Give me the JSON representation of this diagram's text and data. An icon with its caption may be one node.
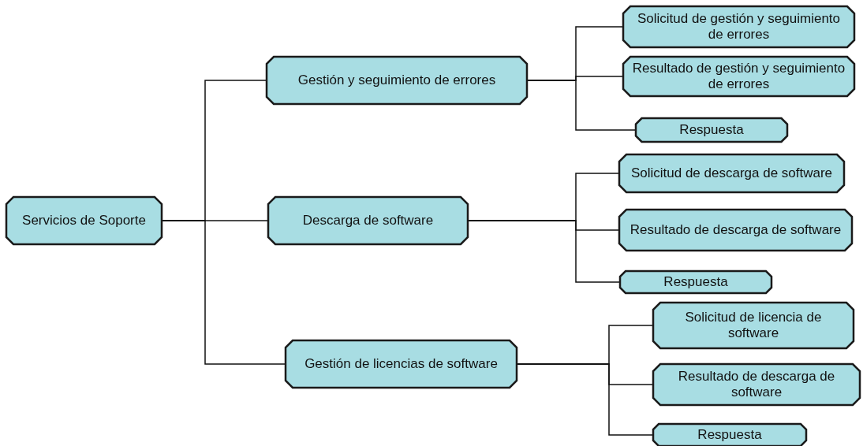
{
  "diagram": {
    "nodes": [
      {
        "text": [
          "Servicios de Soporte"
        ]
      },
      {
        "text": [
          "Gestión y seguimiento de errores"
        ]
      },
      {
        "text": [
          "Descarga de software"
        ]
      },
      {
        "text": [
          "Gestión de licencias de software"
        ]
      },
      {
        "text": [
          "Solicitud de gestión y seguimiento de errores"
        ]
      },
      {
        "text": [
          "Resultado de gestión y seguimiento de errores"
        ]
      },
      {
        "text": [
          "Respuesta"
        ]
      },
      {
        "text": [
          "Solicitud de descarga de software"
        ]
      },
      {
        "text": [
          "Resultado de descarga de software"
        ]
      },
      {
        "text": [
          "Respuesta"
        ]
      },
      {
        "text": [
          "Solicitud de licencia de software"
        ]
      },
      {
        "text": [
          "Resultado de descarga de software"
        ]
      },
      {
        "text": [
          "Respuesta"
        ]
      }
    ],
    "edges": [
      {
        "from": 0,
        "to": 1,
        "arrow": "none"
      },
      {
        "from": 0,
        "to": 2,
        "arrow": "none"
      },
      {
        "from": 0,
        "to": 3,
        "arrow": "none"
      },
      {
        "from": 1,
        "to": 4,
        "arrow": "none"
      },
      {
        "from": 1,
        "to": 5,
        "arrow": "none"
      },
      {
        "from": 1,
        "to": 6,
        "arrow": "none"
      },
      {
        "from": 2,
        "to": 7,
        "arrow": "none"
      },
      {
        "from": 2,
        "to": 8,
        "arrow": "none"
      },
      {
        "from": 2,
        "to": 9,
        "arrow": "none"
      },
      {
        "from": 3,
        "to": 10,
        "arrow": "none"
      },
      {
        "from": 3,
        "to": 11,
        "arrow": "none"
      },
      {
        "from": 3,
        "to": 12,
        "arrow": "none"
      }
    ]
  }
}
